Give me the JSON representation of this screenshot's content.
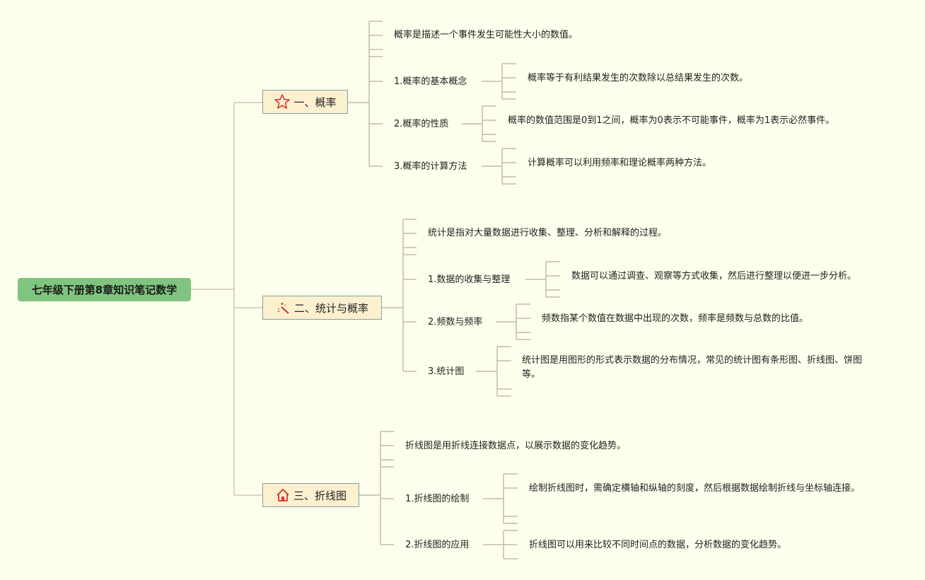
{
  "root": {
    "title": "七年级下册第8章知识笔记数学"
  },
  "branches": [
    {
      "icon": "star-icon",
      "label": "一、概率",
      "summary": "概率是描述一个事件发生可能性大小的数值。",
      "subs": [
        {
          "label": "1.概率的基本概念",
          "detail": "概率等于有利结果发生的次数除以总结果发生的次数。"
        },
        {
          "label": "2.概率的性质",
          "detail": "概率的数值范围是0到1之间，概率为0表示不可能事件，概率为1表示必然事件。"
        },
        {
          "label": "3.概率的计算方法",
          "detail": "计算概率可以利用频率和理论概率两种方法。"
        }
      ]
    },
    {
      "icon": "magic-wand-icon",
      "label": "二、统计与概率",
      "summary": "统计是指对大量数据进行收集、整理、分析和解释的过程。",
      "subs": [
        {
          "label": "1.数据的收集与整理",
          "detail": "数据可以通过调查、观察等方式收集，然后进行整理以便进一步分析。"
        },
        {
          "label": "2.频数与频率",
          "detail": "频数指某个数值在数据中出现的次数，频率是频数与总数的比值。"
        },
        {
          "label": "3.统计图",
          "detail": "统计图是用图形的形式表示数据的分布情况，常见的统计图有条形图、折线图、饼图等。"
        }
      ]
    },
    {
      "icon": "home-icon",
      "label": "三、折线图",
      "summary": "折线图是用折线连接数据点，以展示数据的变化趋势。",
      "subs": [
        {
          "label": "1.折线图的绘制",
          "detail": "绘制折线图时，需确定横轴和纵轴的刻度，然后根据数据绘制折线与坐标轴连接。"
        },
        {
          "label": "2.折线图的应用",
          "detail": "折线图可以用来比较不同时间点的数据，分析数据的变化趋势。"
        }
      ]
    }
  ],
  "colors": {
    "background": "#fefeec",
    "root": "#7fc47f",
    "branch": "#fdf0cf",
    "line": "#b8b8a0"
  }
}
